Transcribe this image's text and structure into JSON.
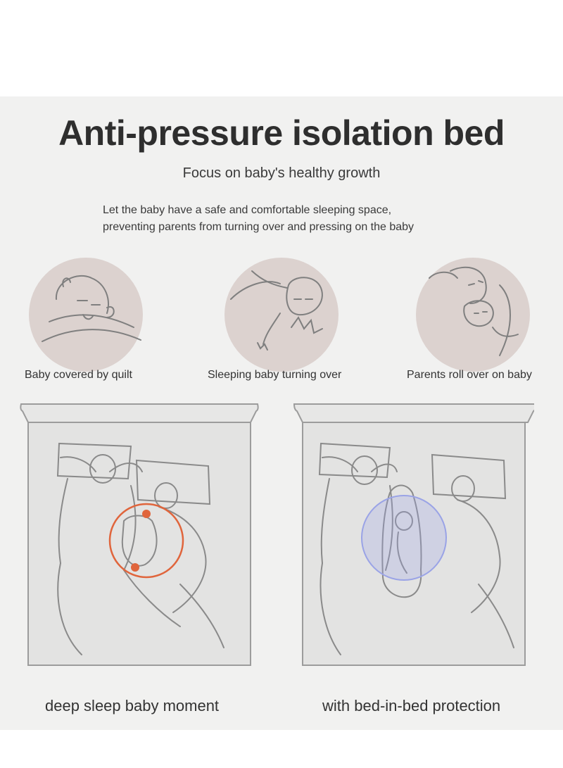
{
  "header": {
    "title": "Anti-pressure isolation bed",
    "subtitle": "Focus on baby's healthy growth",
    "description_line1": "Let the baby have a safe and comfortable sleeping space,",
    "description_line2": "preventing parents from turning over and pressing on the baby"
  },
  "risks": [
    {
      "caption": "Baby covered by quilt",
      "icon": "baby-under-quilt-icon"
    },
    {
      "caption": "Sleeping baby turning over",
      "icon": "baby-rolling-over-icon"
    },
    {
      "caption": "Parents roll over on baby",
      "icon": "parent-rolling-on-baby-icon"
    }
  ],
  "scenes": [
    {
      "caption": "deep sleep baby moment",
      "highlight_color": "#e0653c"
    },
    {
      "caption": "with bed-in-bed protection",
      "highlight_color": "#9aa3e6"
    }
  ],
  "colors": {
    "panel": "#f1f1f0",
    "circle_fill": "#dcd2cf",
    "line_art": "#8a8a8a",
    "bed_fill": "#e3e3e2"
  }
}
